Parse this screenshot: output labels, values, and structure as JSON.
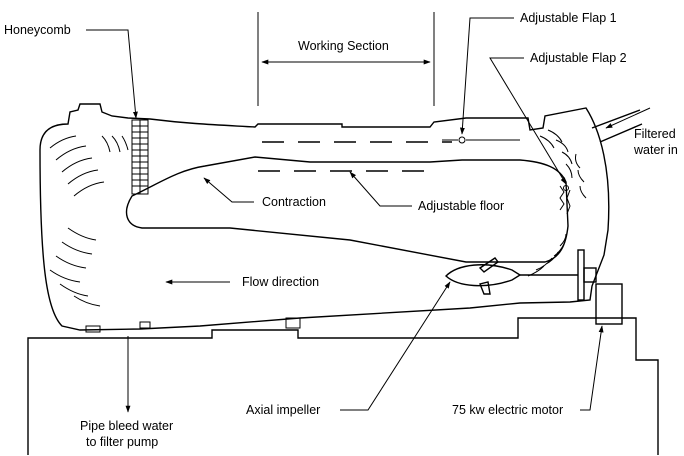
{
  "labels": {
    "honeycomb": "Honeycomb",
    "working_section": "Working Section",
    "adjustable_flap_1": "Adjustable Flap 1",
    "adjustable_flap_2": "Adjustable Flap 2",
    "filtered_water_line1": "Filtered",
    "filtered_water_line2": "water in",
    "contraction": "Contraction",
    "adjustable_floor": "Adjustable floor",
    "flow_direction": "Flow direction",
    "axial_impeller": "Axial impeller",
    "electric_motor": "75 kw electric motor",
    "pipe_bleed_line1": "Pipe bleed water",
    "pipe_bleed_line2": "to filter pump"
  }
}
